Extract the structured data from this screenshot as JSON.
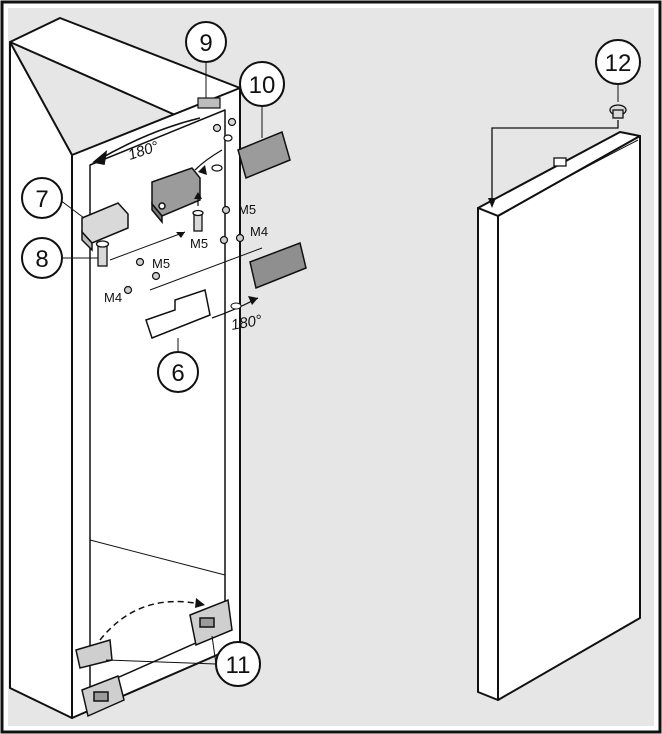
{
  "figure": {
    "background": "#e6e6e6",
    "line_color": "#111111",
    "part_fill": "#9b9b9b"
  },
  "callouts": {
    "c6": "6",
    "c7": "7",
    "c8": "8",
    "c9": "9",
    "c10": "10",
    "c11": "11",
    "c12": "12"
  },
  "labels": {
    "m5_upper": "M5",
    "m5_mid": "M5",
    "m4_upper": "M4",
    "m5_lower": "M5",
    "m4_lower": "M4",
    "rot_top": "180°",
    "rot_mid": "180°"
  }
}
